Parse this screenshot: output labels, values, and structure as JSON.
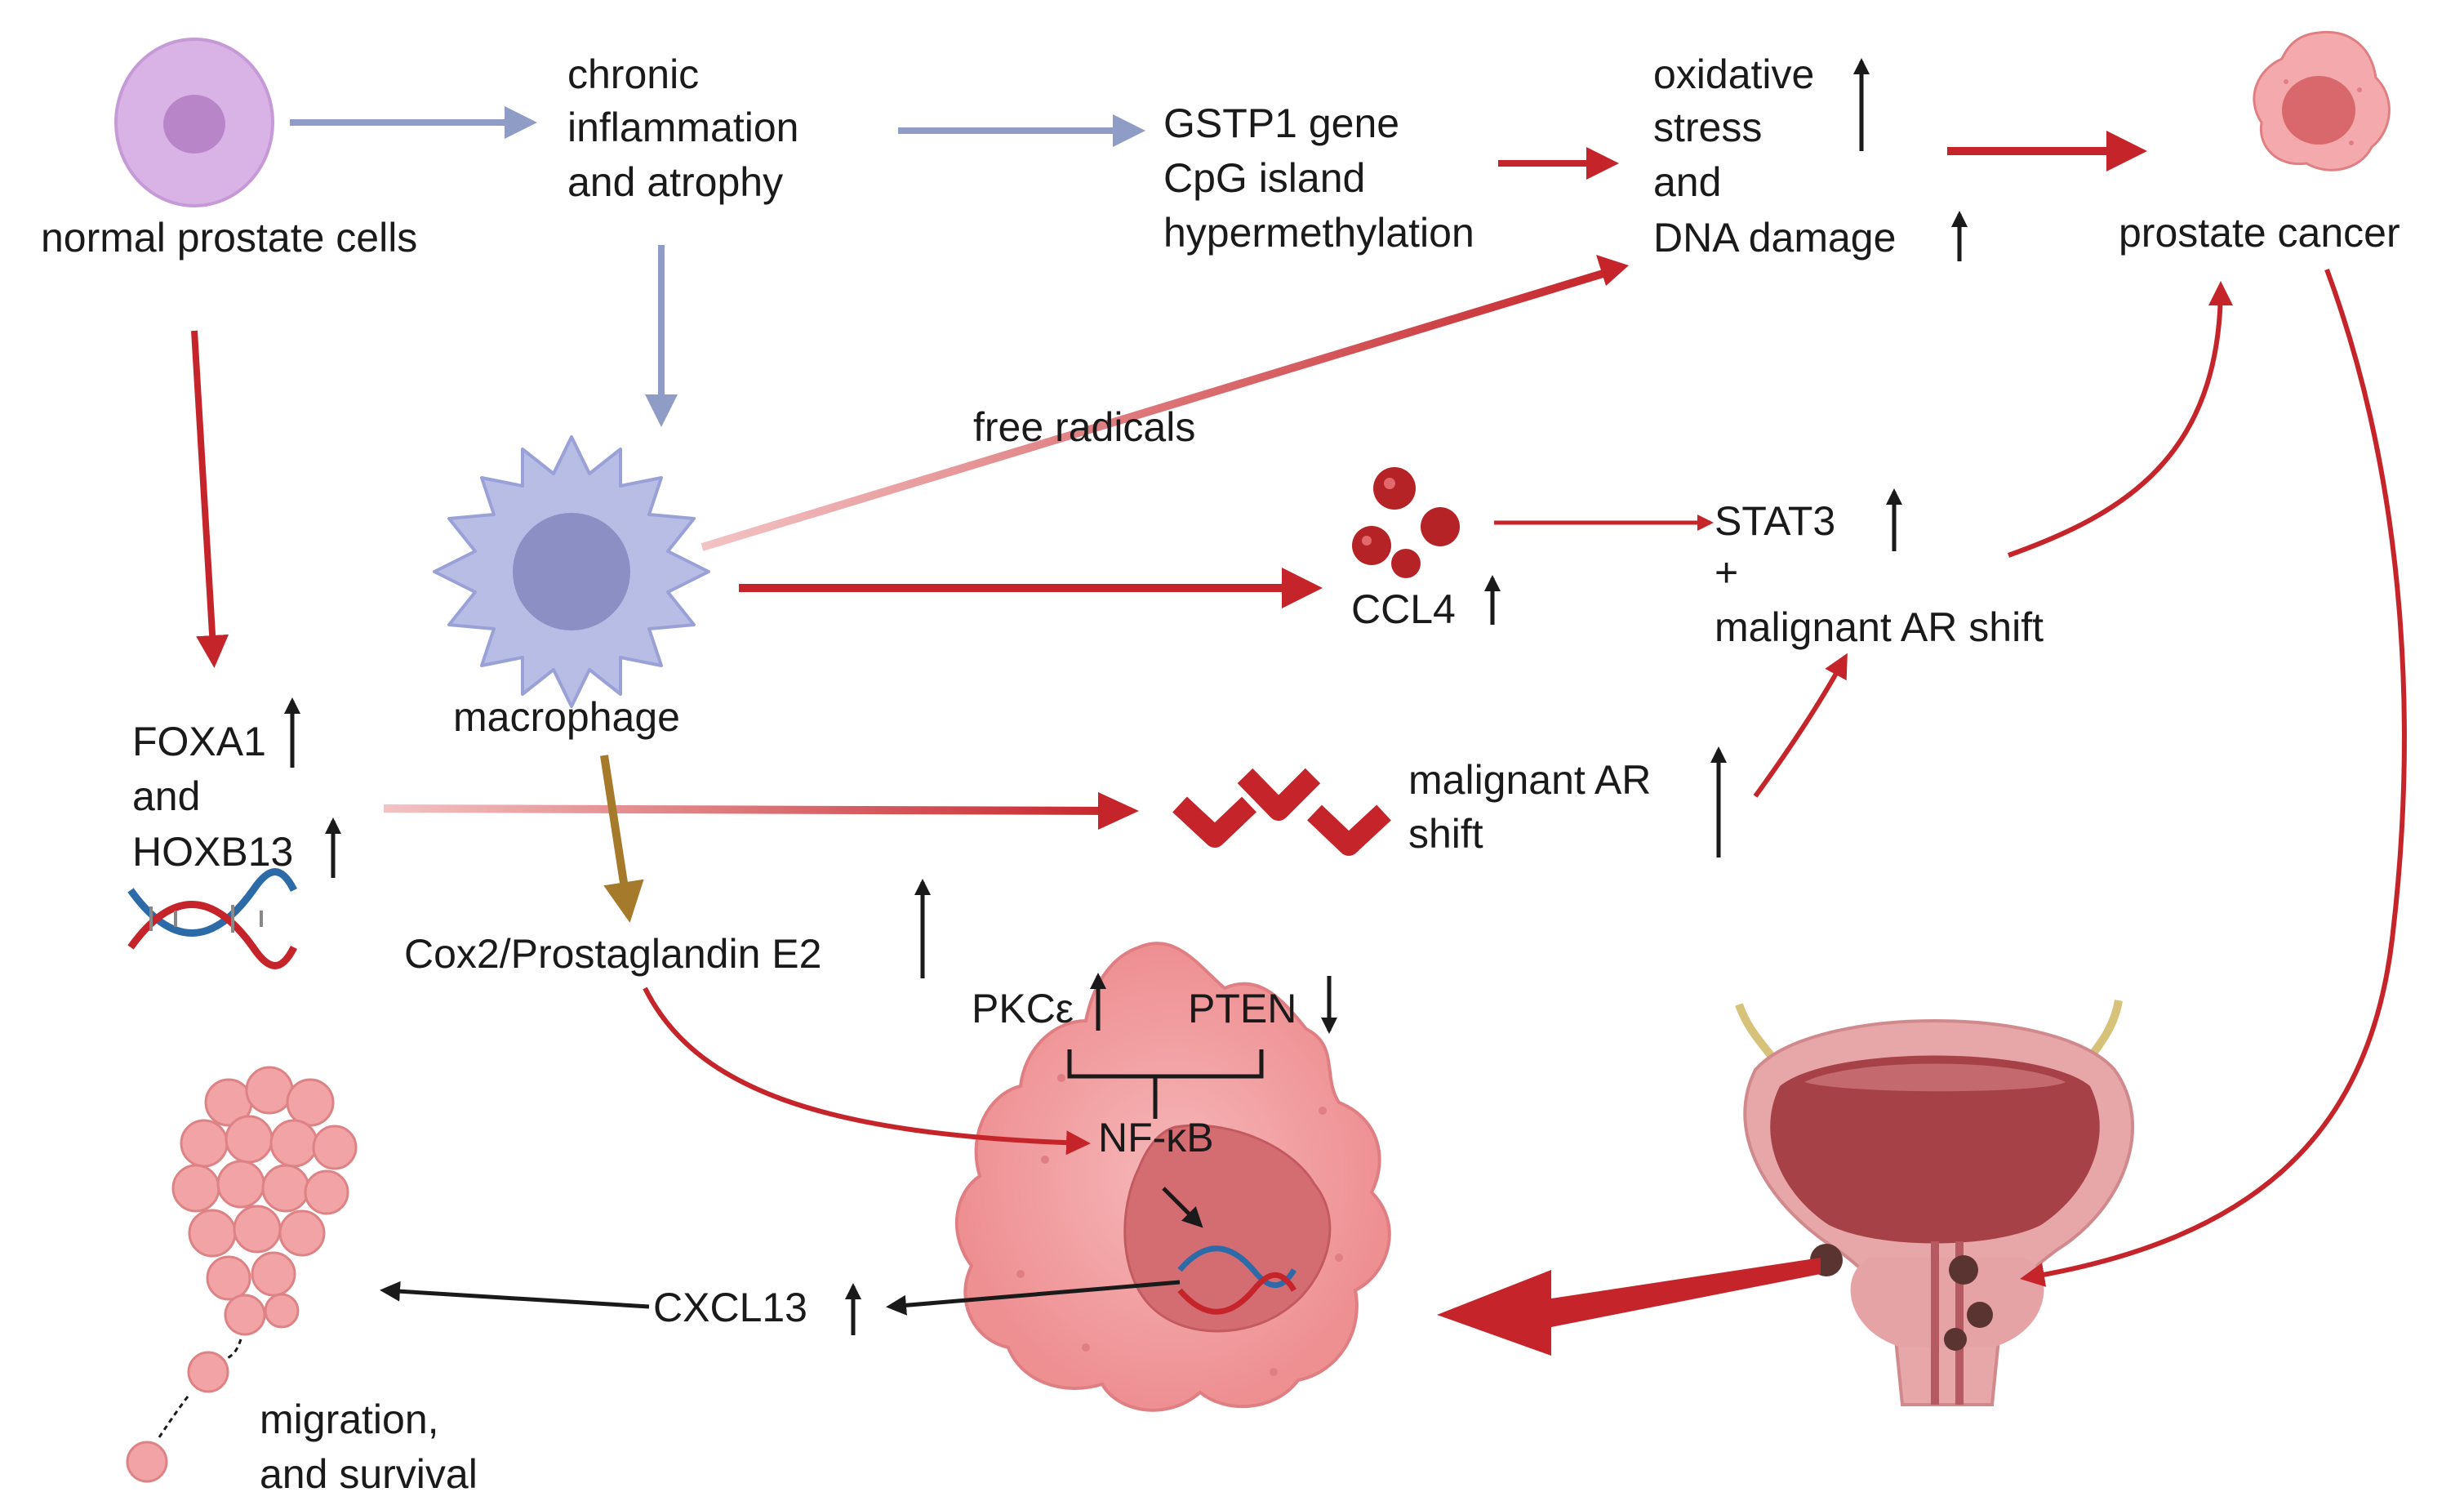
{
  "labels": {
    "normal_cells": "normal prostate cells",
    "inflammation": [
      "chronic",
      "inflammation",
      "and atrophy"
    ],
    "gstp1": [
      "GSTP1 gene",
      "CpG island",
      "hypermethylation"
    ],
    "oxidative": [
      "oxidative",
      "stress",
      "and",
      "DNA damage"
    ],
    "prostate_cancer": "prostate cancer",
    "free_radicals": "free radicals",
    "macrophage": "macrophage",
    "ccl4": "CCL4",
    "stat3": [
      "STAT3",
      "+",
      "malignant AR shift"
    ],
    "foxa1": [
      "FOXA1",
      "and",
      "HOXB13"
    ],
    "ar_shift": [
      "malignant AR",
      "shift"
    ],
    "cox2": "Cox2/Prostaglandin E2",
    "pkce": "PKCε",
    "pten": "PTEN",
    "nfkb": "NF-κB",
    "cxcl13": "CXCL13",
    "migration": [
      "migration,",
      "and survival"
    ]
  },
  "colors": {
    "blue_arrow": "#8e9cc6",
    "red_arrow": "#c5252a",
    "brown_arrow": "#a57a2b",
    "black_arrow": "#1a1a1a",
    "normal_cell": "#d9b3e6",
    "cancer_cell": "#f09a9c",
    "macrophage": "#b8bde6"
  },
  "icons": [
    "normal-cell-icon",
    "cancer-cell-icon",
    "macrophage-icon",
    "ccl4-molecule-icon",
    "ar-receptor-icon",
    "dna-helix-icon",
    "tumor-cell-icon",
    "prostate-organ-icon",
    "cell-cluster-icon"
  ]
}
